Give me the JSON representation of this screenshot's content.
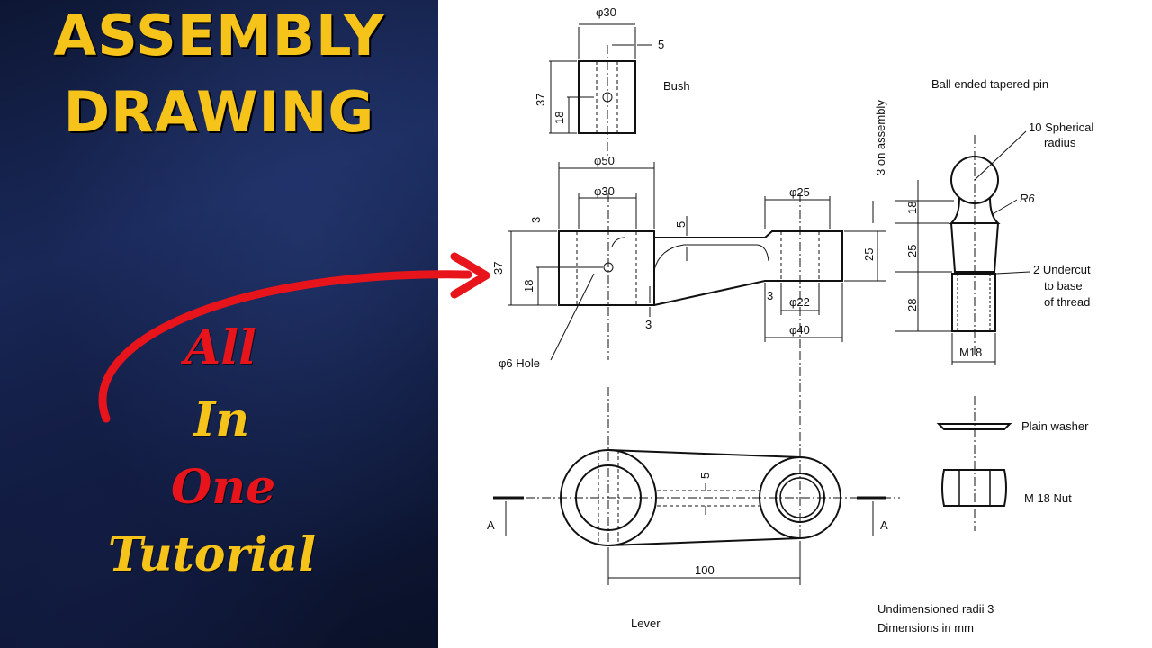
{
  "title_lines": [
    "ASSEMBLY",
    "DRAWING"
  ],
  "tutorial_words": [
    "All",
    "In",
    "One",
    "Tutorial"
  ],
  "colors": {
    "title_yellow": "#f5c31a",
    "accent_red": "#e8141c",
    "background_navy": "#13204a"
  },
  "parts": {
    "bush": "Bush",
    "pin": "Ball ended tapered pin",
    "washer": "Plain washer",
    "nut": "M 18 Nut",
    "lever": "Lever"
  },
  "labels": {
    "hole": "φ6 Hole",
    "spherical": [
      "10 Spherical",
      "radius"
    ],
    "undercut": [
      "2 Undercut",
      "to base",
      "of thread"
    ],
    "pin_r": "R6",
    "assembly_note": "3 on assembly",
    "section_a": "A",
    "notes": [
      "Undimensioned radii 3",
      "Dimensions in mm"
    ]
  },
  "dims": {
    "bush_dia": "φ30",
    "bush_wall": "5",
    "bush_h": "37",
    "bush_h2": "18",
    "lever_d50": "φ50",
    "lever_d30": "φ30",
    "lever_h": "37",
    "lever_h18": "18",
    "lever_5": "5",
    "lever_3a": "3",
    "lever_3b": "3",
    "lever_3c": "3",
    "boss_d25": "φ25",
    "boss_d22": "φ22",
    "boss_d40": "φ40",
    "boss_h25": "25",
    "pin_18": "18",
    "pin_25": "25",
    "pin_28": "28",
    "pin_m18": "M18",
    "plan_5": "5",
    "plan_100": "100"
  }
}
